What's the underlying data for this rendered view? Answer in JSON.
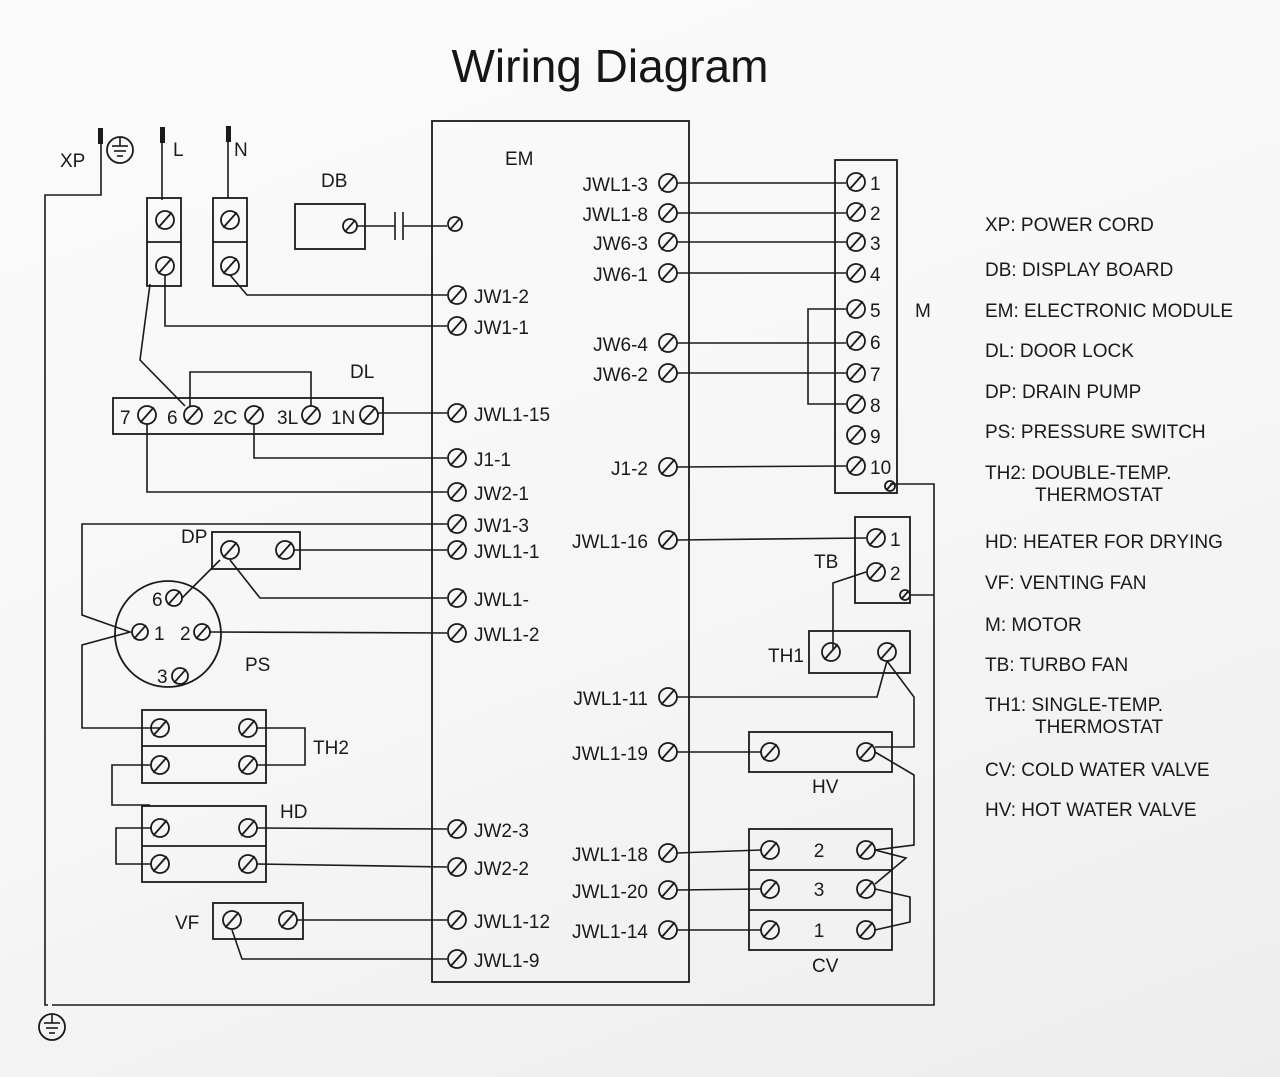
{
  "title": "Wiring Diagram",
  "components": {
    "xp": "XP",
    "l": "L",
    "n": "N",
    "db": "DB",
    "em": "EM",
    "dl": "DL",
    "dp": "DP",
    "ps": "PS",
    "th2": "TH2",
    "hd": "HD",
    "vf": "VF",
    "m": "M",
    "tb": "TB",
    "th1": "TH1",
    "hv": "HV",
    "cv": "CV"
  },
  "em_left_pins": [
    "JW1-2",
    "JW1-1",
    "JWL1-15",
    "J1-1",
    "JW2-1",
    "JW1-3",
    "JWL1-1",
    "JWL1-",
    "JWL1-2",
    "JW2-3",
    "JW2-2",
    "JWL1-12",
    "JWL1-9"
  ],
  "em_right_pins": [
    "JWL1-3",
    "JWL1-8",
    "JW6-3",
    "JW6-1",
    "JW6-4",
    "JW6-2",
    "J1-2",
    "JWL1-16",
    "JWL1-11",
    "JWL1-19",
    "JWL1-18",
    "JWL1-20",
    "JWL1-14"
  ],
  "motor_pins": [
    "1",
    "2",
    "3",
    "4",
    "5",
    "6",
    "7",
    "8",
    "9",
    "10"
  ],
  "dl_pins": [
    "7",
    "6",
    "2C",
    "3L",
    "1N"
  ],
  "ps_pins": [
    "6",
    "1",
    "2",
    "3"
  ],
  "tb_pins": [
    "1",
    "2"
  ],
  "cv_pins": [
    "2",
    "3",
    "1"
  ],
  "legend": [
    [
      "XP:  POWER CORD",
      null
    ],
    [
      "DB: DISPLAY BOARD",
      null
    ],
    [
      "EM: ELECTRONIC MODULE",
      null
    ],
    [
      "DL: DOOR LOCK",
      null
    ],
    [
      "DP: DRAIN PUMP",
      null
    ],
    [
      "PS: PRESSURE SWITCH",
      null
    ],
    [
      "TH2: DOUBLE-TEMP.",
      "THERMOSTAT"
    ],
    [
      "HD: HEATER FOR DRYING",
      null
    ],
    [
      "VF: VENTING FAN",
      null
    ],
    [
      "M: MOTOR",
      null
    ],
    [
      "TB: TURBO FAN",
      null
    ],
    [
      "TH1: SINGLE-TEMP.",
      "THERMOSTAT"
    ],
    [
      "CV:  COLD WATER VALVE",
      null
    ],
    [
      "HV:  HOT WATER VALVE",
      null
    ]
  ]
}
